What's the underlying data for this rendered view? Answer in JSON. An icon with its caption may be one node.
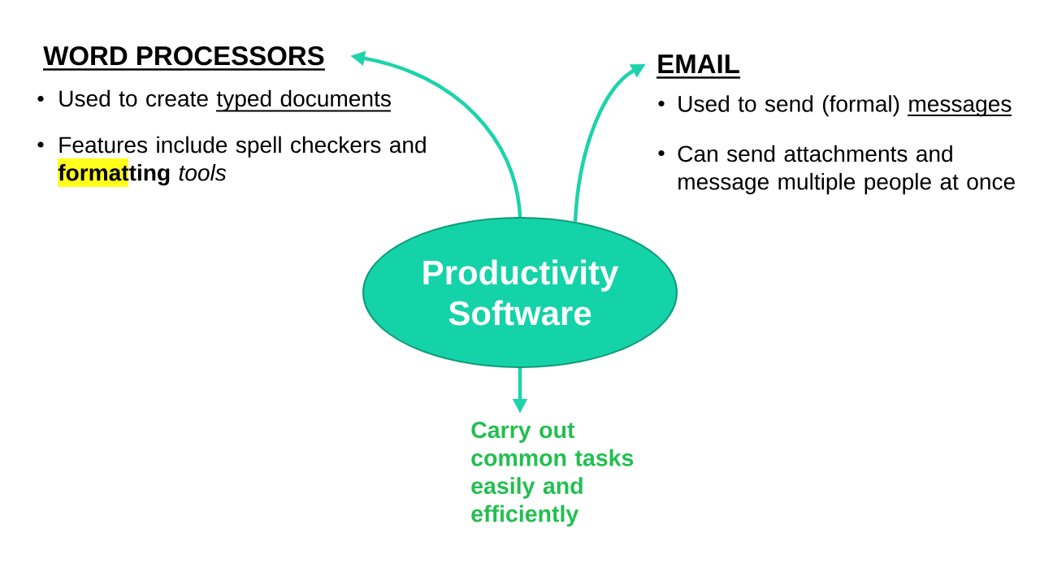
{
  "diagram": {
    "nodes": [
      {
        "text": [
          "Productivity Software"
        ]
      },
      {
        "text": [
          "WORD PROCESSORS"
        ],
        "beside": [
          "Used to create typed documents",
          "Features include spell checkers and **formatting** *tools*"
        ]
      },
      {
        "text": [
          "EMAIL"
        ],
        "beside": [
          "Used to send (formal) messages",
          "Can send attachments and message multiple people at once"
        ]
      },
      {
        "text": [
          "Carry out common tasks easily and efficiently"
        ]
      }
    ],
    "edges": [
      {
        "from": 0,
        "to": 1,
        "arrow": "to"
      },
      {
        "from": 0,
        "to": 2,
        "arrow": "to"
      },
      {
        "from": 0,
        "to": 3,
        "arrow": "to"
      }
    ]
  }
}
